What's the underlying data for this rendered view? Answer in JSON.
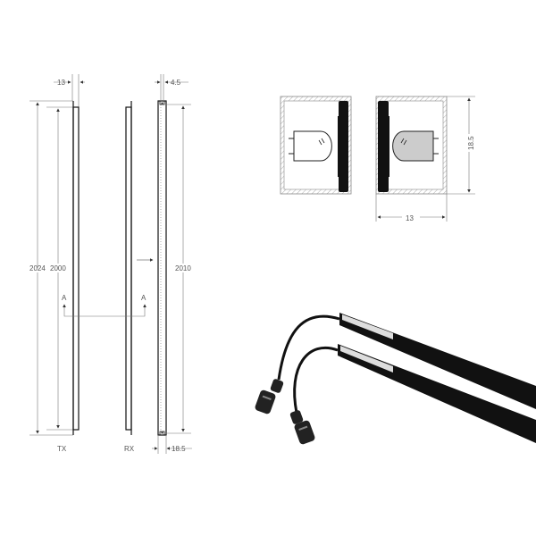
{
  "front_view": {
    "tx_width": "13",
    "rx_notch": "4.5",
    "overall_length": "2024",
    "active_length": "2000",
    "rx_length": "2010",
    "section_mark_left": "A",
    "section_mark_right": "A",
    "tx_label": "TX",
    "rx_label": "RX",
    "rx_depth": "18.5"
  },
  "cross_section": {
    "height": "18.5",
    "width": "13"
  },
  "colors": {
    "line": "#111111",
    "dimension": "#777777",
    "led_fill": "#cccccc"
  }
}
